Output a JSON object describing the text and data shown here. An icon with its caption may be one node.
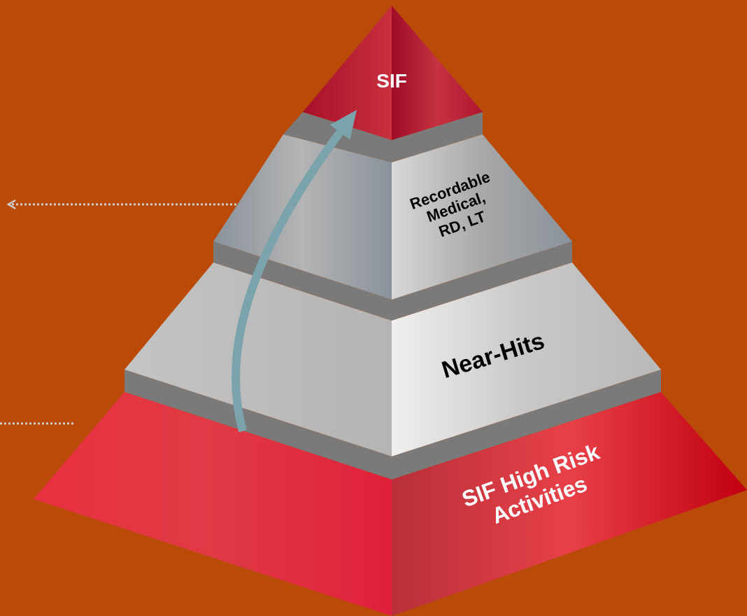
{
  "diagram": {
    "nodes": [
      {
        "text": [
          "SIF"
        ]
      },
      {
        "text": [
          "Recordable Medical, RD, LT"
        ]
      },
      {
        "text": [
          "Near-Hits"
        ]
      },
      {
        "text": [
          "SIF High Risk Activities"
        ]
      }
    ],
    "edges": [
      {
        "from": 3,
        "to": 0,
        "arrow": "to",
        "style": "thick",
        "color": "#7aa3ab"
      },
      {
        "from": 1,
        "to": null,
        "arrow": "to",
        "style": "dashed"
      },
      {
        "from": 3,
        "to": null,
        "arrow": "none",
        "style": "dashed"
      }
    ]
  }
}
